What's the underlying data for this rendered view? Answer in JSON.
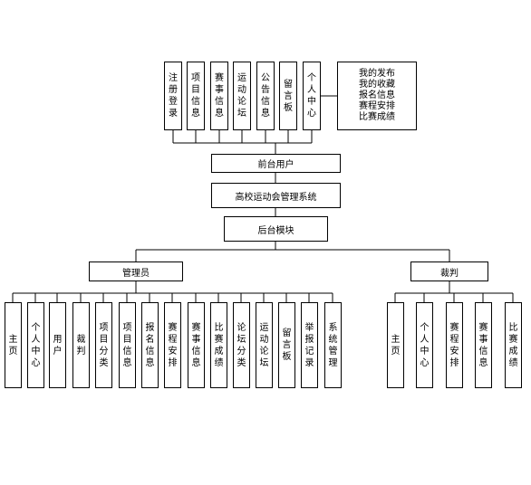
{
  "diagram": {
    "top_modules": [
      "注册登录",
      "项目信息",
      "赛事信息",
      "运动论坛",
      "公告信息",
      "留言板",
      "个人中心"
    ],
    "top_detail": "我的发布\n我的收藏\n报名信息\n赛程安排\n比赛成绩",
    "front_user": "前台用户",
    "system": "高校运动会管理系统",
    "backend": "后台模块",
    "admin": {
      "label": "管理员",
      "children": [
        "主页",
        "个人中心",
        "用户",
        "裁判",
        "项目分类",
        "项目信息",
        "报名信息",
        "赛程安排",
        "赛事信息",
        "比赛成绩",
        "论坛分类",
        "运动论坛",
        "留言板",
        "举报记录",
        "系统管理"
      ]
    },
    "referee": {
      "label": "裁判",
      "children": [
        "主页",
        "个人中心",
        "赛程安排",
        "赛事信息",
        "比赛成绩"
      ]
    }
  }
}
